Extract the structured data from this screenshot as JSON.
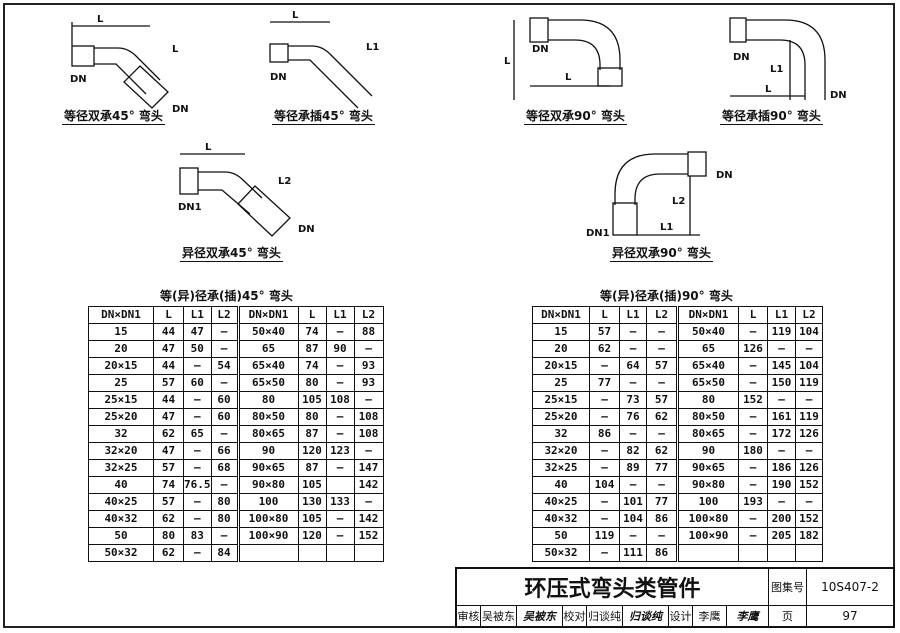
{
  "drawings": [
    {
      "caption": "等径双承45° 弯头",
      "labels": [
        "L",
        "L",
        "DN",
        "DN"
      ]
    },
    {
      "caption": "等径承插45° 弯头",
      "labels": [
        "L",
        "L1",
        "DN"
      ]
    },
    {
      "caption": "等径双承90° 弯头",
      "labels": [
        "DN",
        "L",
        "L"
      ]
    },
    {
      "caption": "等径承插90° 弯头",
      "labels": [
        "DN",
        "L",
        "L1",
        "DN"
      ]
    },
    {
      "caption": "异径双承45° 弯头",
      "labels": [
        "L",
        "L2",
        "DN1",
        "DN"
      ]
    },
    {
      "caption": "异径双承90° 弯头",
      "labels": [
        "DN",
        "L2",
        "L1",
        "DN1"
      ]
    }
  ],
  "table45": {
    "title": "等(异)径承(插)45° 弯头",
    "headers": [
      "DN×DN1",
      "L",
      "L1",
      "L2",
      "DN×DN1",
      "L",
      "L1",
      "L2"
    ],
    "rows": [
      [
        "15",
        "44",
        "47",
        "—",
        "50×40",
        "74",
        "—",
        "88"
      ],
      [
        "20",
        "47",
        "50",
        "—",
        "65",
        "87",
        "90",
        "—"
      ],
      [
        "20×15",
        "44",
        "—",
        "54",
        "65×40",
        "74",
        "—",
        "93"
      ],
      [
        "25",
        "57",
        "60",
        "—",
        "65×50",
        "80",
        "—",
        "93"
      ],
      [
        "25×15",
        "44",
        "—",
        "60",
        "80",
        "105",
        "108",
        "—"
      ],
      [
        "25×20",
        "47",
        "—",
        "60",
        "80×50",
        "80",
        "—",
        "108"
      ],
      [
        "32",
        "62",
        "65",
        "—",
        "80×65",
        "87",
        "—",
        "108"
      ],
      [
        "32×20",
        "47",
        "—",
        "66",
        "90",
        "120",
        "123",
        "—"
      ],
      [
        "32×25",
        "57",
        "—",
        "68",
        "90×65",
        "87",
        "—",
        "147"
      ],
      [
        "40",
        "74",
        "76.5",
        "—",
        "90×80",
        "105",
        "",
        "142"
      ],
      [
        "40×25",
        "57",
        "—",
        "80",
        "100",
        "130",
        "133",
        "—"
      ],
      [
        "40×32",
        "62",
        "—",
        "80",
        "100×80",
        "105",
        "—",
        "142"
      ],
      [
        "50",
        "80",
        "83",
        "—",
        "100×90",
        "120",
        "—",
        "152"
      ],
      [
        "50×32",
        "62",
        "—",
        "84",
        "",
        "",
        "",
        ""
      ]
    ]
  },
  "table90": {
    "title": "等(异)径承(插)90° 弯头",
    "headers": [
      "DN×DN1",
      "L",
      "L1",
      "L2",
      "DN×DN1",
      "L",
      "L1",
      "L2"
    ],
    "rows": [
      [
        "15",
        "57",
        "—",
        "—",
        "50×40",
        "—",
        "119",
        "104"
      ],
      [
        "20",
        "62",
        "—",
        "—",
        "65",
        "126",
        "—",
        "—"
      ],
      [
        "20×15",
        "—",
        "64",
        "57",
        "65×40",
        "—",
        "145",
        "104"
      ],
      [
        "25",
        "77",
        "—",
        "—",
        "65×50",
        "—",
        "150",
        "119"
      ],
      [
        "25×15",
        "—",
        "73",
        "57",
        "80",
        "152",
        "—",
        "—"
      ],
      [
        "25×20",
        "—",
        "76",
        "62",
        "80×50",
        "—",
        "161",
        "119"
      ],
      [
        "32",
        "86",
        "—",
        "—",
        "80×65",
        "—",
        "172",
        "126"
      ],
      [
        "32×20",
        "—",
        "82",
        "62",
        "90",
        "180",
        "—",
        "—"
      ],
      [
        "32×25",
        "—",
        "89",
        "77",
        "90×65",
        "—",
        "186",
        "126"
      ],
      [
        "40",
        "104",
        "—",
        "—",
        "90×80",
        "—",
        "190",
        "152"
      ],
      [
        "40×25",
        "—",
        "101",
        "77",
        "100",
        "193",
        "—",
        "—"
      ],
      [
        "40×32",
        "—",
        "104",
        "86",
        "100×80",
        "—",
        "200",
        "152"
      ],
      [
        "50",
        "119",
        "—",
        "—",
        "100×90",
        "—",
        "205",
        "182"
      ],
      [
        "50×32",
        "—",
        "111",
        "86",
        "",
        "",
        "",
        ""
      ]
    ]
  },
  "title_block": {
    "title": "环压式弯头类管件",
    "atlas_label": "图集号",
    "atlas_no": "10S407-2",
    "review_label": "审核",
    "reviewer": "吴被东",
    "reviewer_sig": "吴被东",
    "check_label": "校对",
    "checker": "归谈纯",
    "checker_sig": "归谈纯",
    "design_label": "设计",
    "designer": "李鹰",
    "designer_sig": "李鹰",
    "page_label": "页",
    "page_no": "97"
  }
}
